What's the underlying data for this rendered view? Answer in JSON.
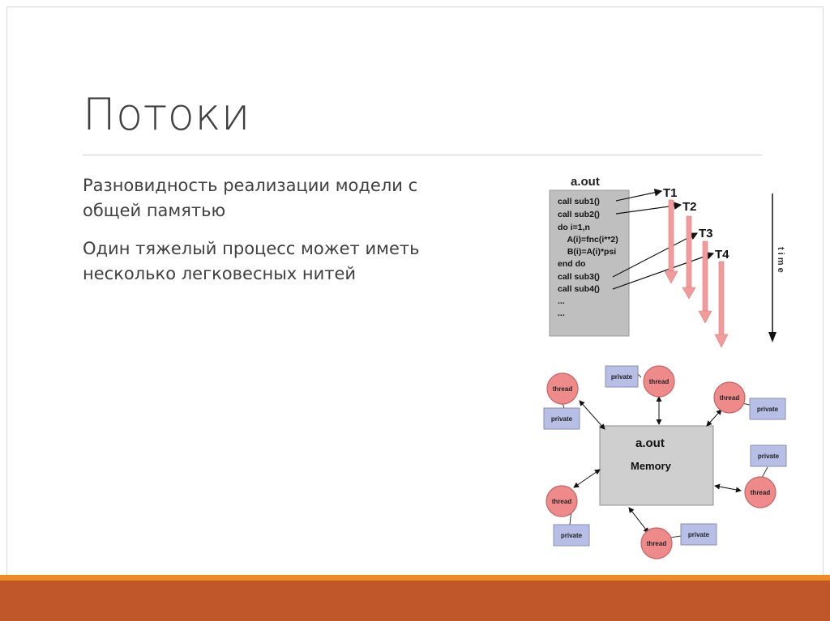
{
  "slide": {
    "title": "Потоки",
    "bullets": [
      "Разновидность реализации модели с общей памятью",
      "Один тяжелый процесс может иметь несколько легковесных нитей"
    ]
  },
  "code_diagram": {
    "header": "a.out",
    "code_lines": [
      "call sub1()",
      "call sub2()",
      "do i=1,n",
      "  A(i)=fnc(i**2)",
      "  B(i)=A(i)*psi",
      "end do",
      "call sub3()",
      "call sub4()",
      "...",
      "..."
    ],
    "threads": [
      "T1",
      "T2",
      "T3",
      "T4"
    ],
    "time_label": "t i m e"
  },
  "memory_diagram": {
    "center_title": "a.out",
    "center_subtitle": "Memory",
    "thread_label": "thread",
    "private_label": "private"
  },
  "colors": {
    "accent_orange": "#f08a24",
    "footer_rust": "#c0572b",
    "thread_fill": "#ee8a8a",
    "private_fill": "#b7bfe6",
    "arrow_pink": "#f29b9b"
  }
}
